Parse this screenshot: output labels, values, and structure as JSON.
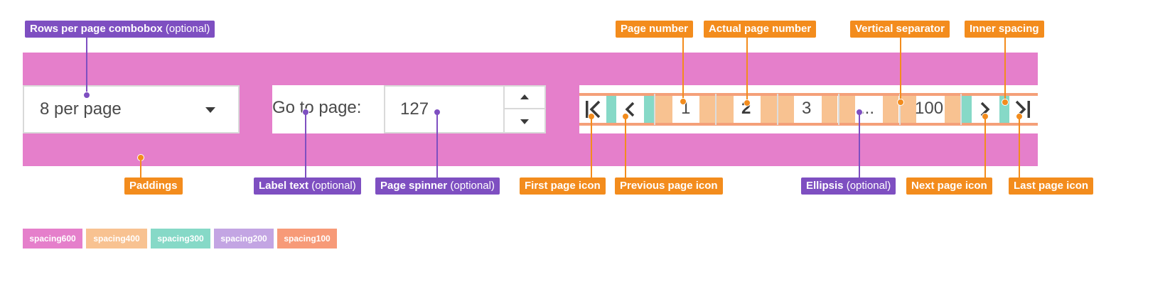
{
  "rows_combobox": {
    "value": "8 per page"
  },
  "goto": {
    "label": "Go to page:",
    "value": "127"
  },
  "pages": [
    "1",
    "2",
    "3",
    "...",
    "100"
  ],
  "callouts": {
    "rows_per_page": {
      "bold": "Rows per page combobox",
      "light": " (optional)"
    },
    "page_number": "Page number",
    "actual_page_number": "Actual page number",
    "vertical_separator": "Vertical separator",
    "inner_spacing": "Inner spacing",
    "paddings": "Paddings",
    "label_text": {
      "bold": "Label text",
      "light": " (optional)"
    },
    "page_spinner": {
      "bold": "Page spinner",
      "light": " (optional)"
    },
    "first_page_icon": "First page icon",
    "previous_page_icon": "Previous page icon",
    "ellipsis": {
      "bold": "Ellipsis",
      "light": " (optional)"
    },
    "next_page_icon": "Next page icon",
    "last_page_icon": "Last page icon"
  },
  "legend": [
    {
      "label": "spacing600",
      "color": "#e57fcb"
    },
    {
      "label": "spacing400",
      "color": "#f8c291"
    },
    {
      "label": "spacing300",
      "color": "#86d9c7"
    },
    {
      "label": "spacing200",
      "color": "#c3a5e3"
    },
    {
      "label": "spacing100",
      "color": "#f79a78"
    }
  ],
  "colors": {
    "callout_orange": "#f38c1d",
    "callout_purple": "#7e4fc1",
    "padding_pink": "#e57fcb"
  }
}
